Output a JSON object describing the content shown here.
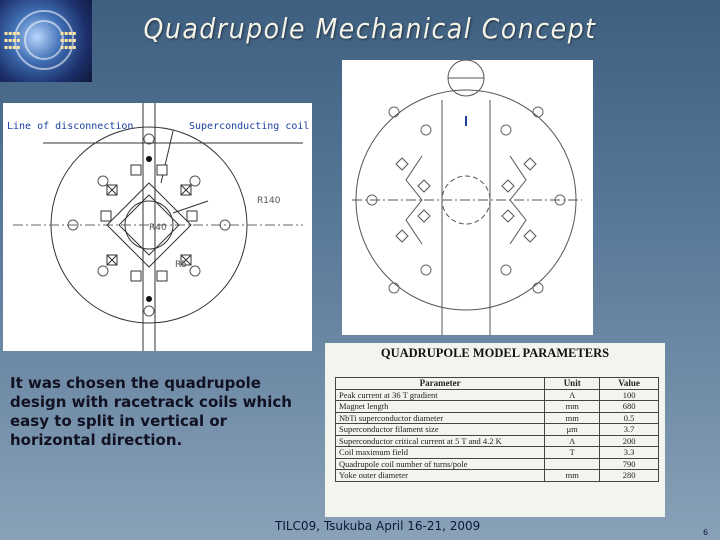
{
  "slide": {
    "title": "Quadrupole Mechanical Concept",
    "footer": "TILC09, Tsukuba April 16-21, 2009",
    "page_number": "6",
    "caption": "It was chosen the quadrupole design with racetrack coils which easy to split in vertical or horizontal direction."
  },
  "left_drawing": {
    "label_disconnection": "Line of disconnection",
    "label_coil": "Superconducting coil",
    "label_r140": "R140",
    "label_r40": "R40",
    "label_r5": "R5"
  },
  "table": {
    "title": "QUADRUPOLE MODEL PARAMETERS",
    "headers": [
      "Parameter",
      "Unit",
      "Value"
    ],
    "rows": [
      [
        "Peak current at 36 T gradient",
        "A",
        "100"
      ],
      [
        "Magnet length",
        "mm",
        "680"
      ],
      [
        "NbTi superconductor diameter",
        "mm",
        "0.5"
      ],
      [
        "Superconductor filament size",
        "μm",
        "3.7"
      ],
      [
        "Superconductor critical current at 5 T and 4.2 K",
        "A",
        "200"
      ],
      [
        "Coil maximum field",
        "T",
        "3.3"
      ],
      [
        "Quadrupole coil number of turns/pole",
        "",
        "790"
      ],
      [
        "Yoke outer diameter",
        "mm",
        "280"
      ]
    ]
  },
  "colors": {
    "accent_blue": "#1a3f9f",
    "background": "#587898"
  }
}
